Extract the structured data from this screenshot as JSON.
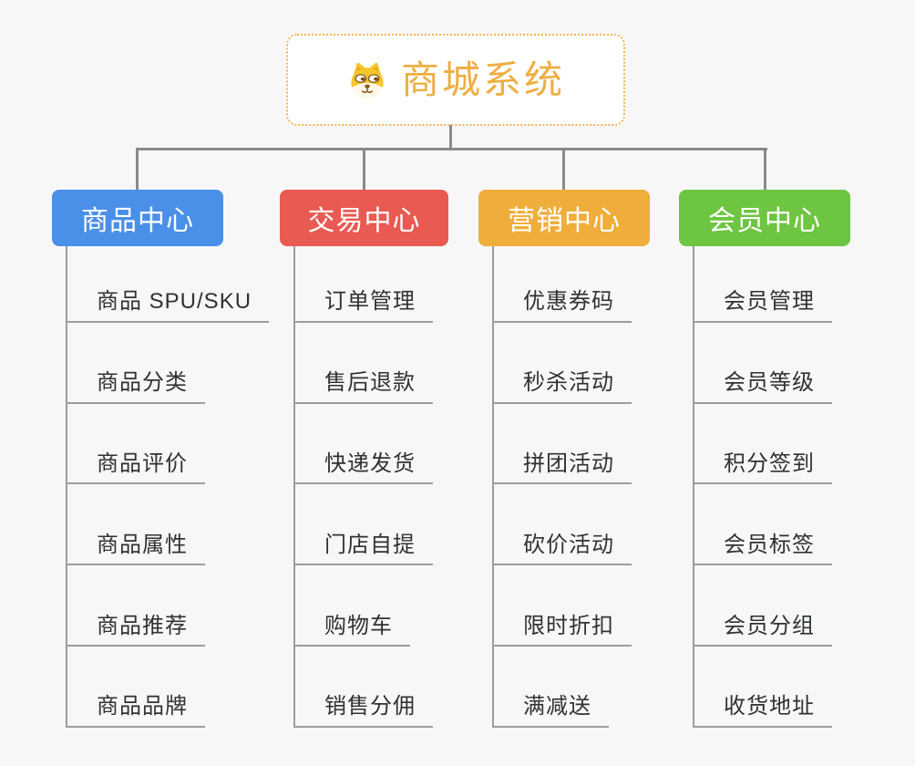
{
  "root": {
    "title": "商城系统",
    "icon": "dog-face-icon"
  },
  "branches": [
    {
      "label": "商品中心",
      "color": "#4a8fe8",
      "children": [
        "商品 SPU/SKU",
        "商品分类",
        "商品评价",
        "商品属性",
        "商品推荐",
        "商品品牌"
      ]
    },
    {
      "label": "交易中心",
      "color": "#e85a52",
      "children": [
        "订单管理",
        "售后退款",
        "快递发货",
        "门店自提",
        "购物车",
        "销售分佣"
      ]
    },
    {
      "label": "营销中心",
      "color": "#efae3c",
      "children": [
        "优惠券码",
        "秒杀活动",
        "拼团活动",
        "砍价活动",
        "限时折扣",
        "满减送"
      ]
    },
    {
      "label": "会员中心",
      "color": "#6ec541",
      "children": [
        "会员管理",
        "会员等级",
        "积分签到",
        "会员标签",
        "会员分组",
        "收货地址"
      ]
    }
  ],
  "colors": {
    "background": "#f7f7f7",
    "connector": "#8a8a8a",
    "leaf_line": "#9d9d9d",
    "leaf_text": "#2f3235",
    "root_accent": "#efae43",
    "root_border": "#f2b254"
  }
}
